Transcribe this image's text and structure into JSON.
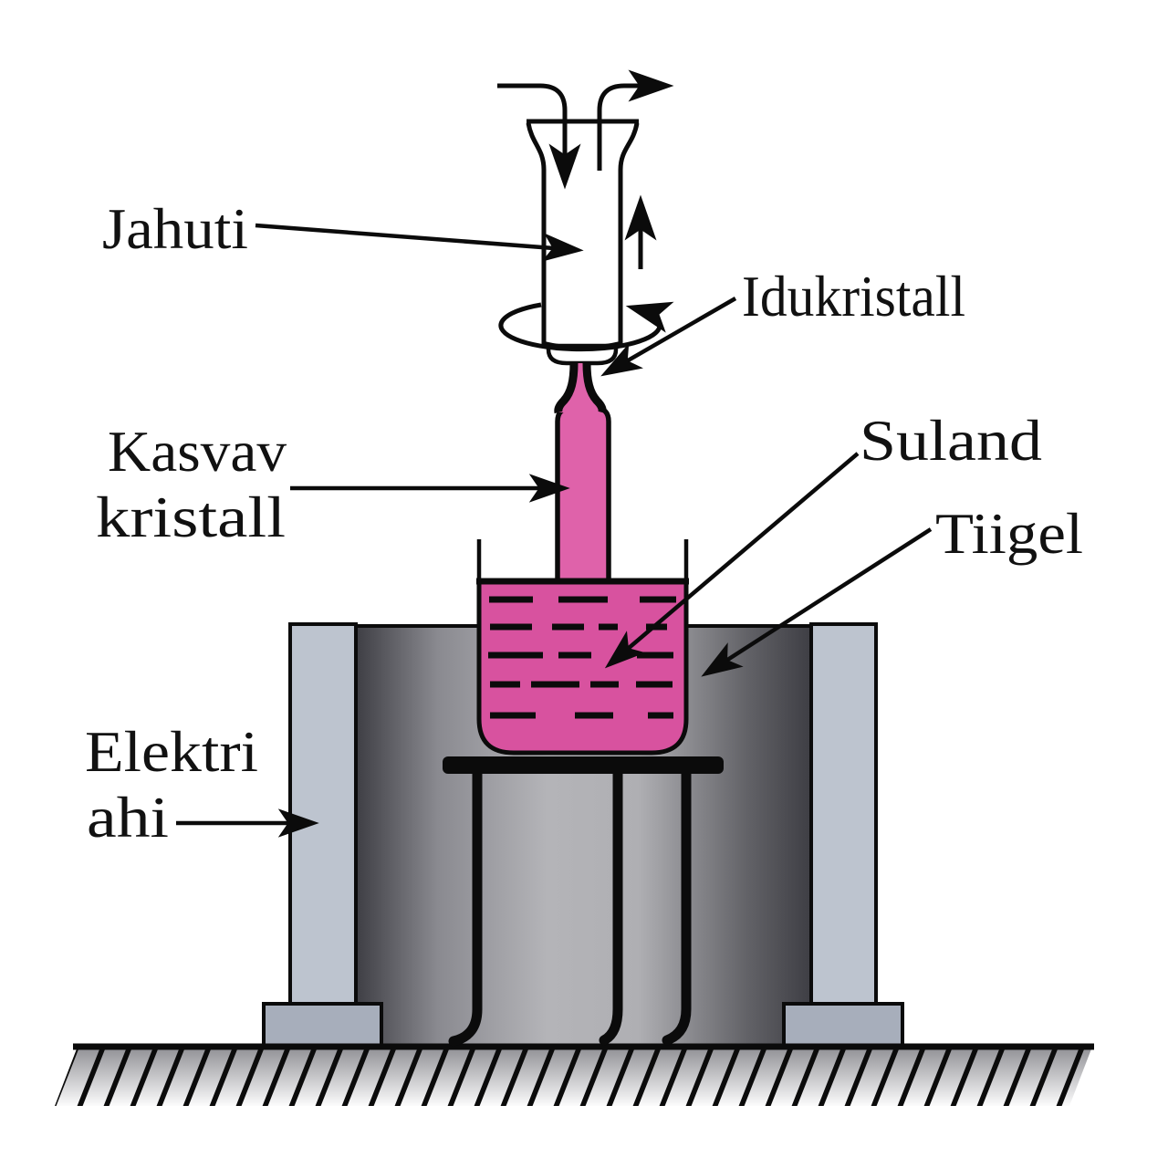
{
  "title": "Czochralski crystal growth apparatus diagram",
  "labels": {
    "cooler": "Jahuti",
    "seed_crystal": "Idukristall",
    "growing_crystal_line1": "Kasvav",
    "growing_crystal_line2": "kristall",
    "melt": "Suland",
    "crucible": "Tiigel",
    "furnace_line1": "Elektri",
    "furnace_line2": "ahi"
  },
  "colors": {
    "crystal_pink": "#DF62AA",
    "melt_pink": "#D8529F",
    "furnace_wall_gray": "#BDC4CF",
    "furnace_foot_gray": "#A7AEBB",
    "interior_edge_dark": "#3E3E44",
    "interior_mid": "#8A8A90",
    "interior_light": "#B4B4B8",
    "ground_gray": "#8F8F94",
    "outline": "#0B0B0B"
  }
}
